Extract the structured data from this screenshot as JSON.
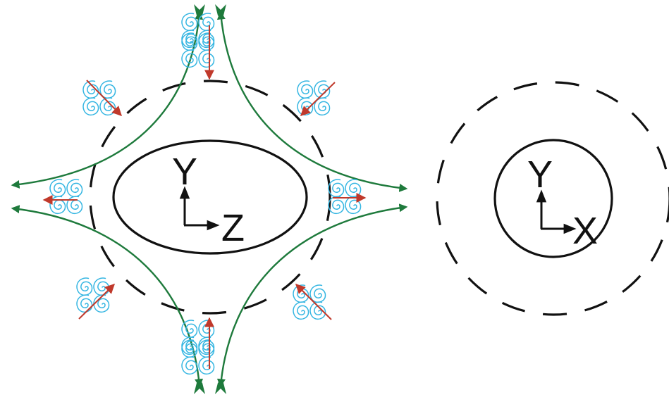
{
  "left_panel": {
    "axis_vertical": "Y",
    "axis_horizontal": "Z"
  },
  "right_panel": {
    "axis_vertical": "Y",
    "axis_horizontal": "X"
  },
  "colors": {
    "ink": "#111111",
    "flow_line": "#1e7a3c",
    "vortex": "#35b6e2",
    "arrow_red": "#c0392b"
  },
  "icons": [
    "vortex-spiral-icon",
    "flow-arrowhead-icon",
    "direction-arrow-icon"
  ]
}
